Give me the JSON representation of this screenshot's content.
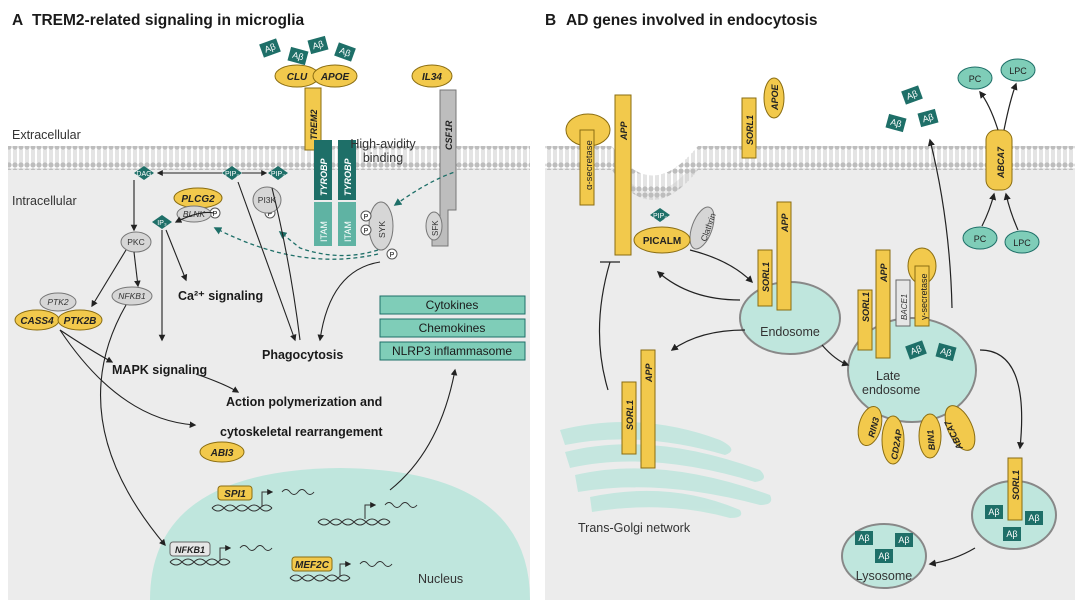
{
  "panelA": {
    "letter": "A",
    "title": "TREM2-related signaling in microglia",
    "extracellular": "Extracellular",
    "intracellular": "Intracellular",
    "abeta": "Aβ",
    "clu": "CLU",
    "apoe": "APOE",
    "il34": "IL34",
    "trem2": "TREM2",
    "tyrobp": "TYROBP",
    "itam": "ITAM",
    "csf1r": "CSF1R",
    "sfk": "SFK",
    "syk": "SYK",
    "p": "P",
    "high_avidity_1": "High-avidity",
    "high_avidity_2": "binding",
    "dag": "DAG",
    "pip2": "PIP₂",
    "pip3": "PIP₃",
    "ip3": "IP₃",
    "plcg2": "PLCG2",
    "blnk": "BLNK",
    "pi3k": "PI3K",
    "pkc": "PKC",
    "nfkb1": "NFKB1",
    "ptk2": "PTK2",
    "cass4": "CASS4",
    "ptk2b": "PTK2B",
    "ca": "Ca²⁺ signaling",
    "mapk": "MAPK signaling",
    "phagocytosis": "Phagocytosis",
    "action_1": "Action polymerization and",
    "action_2": "cytoskeletal rearrangement",
    "abi3": "ABI3",
    "cytokines": "Cytokines",
    "chemokines": "Chemokines",
    "nlrp3": "NLRP3 inflammasome",
    "spi1": "SPI1",
    "mef2c": "MEF2C",
    "nucleus": "Nucleus"
  },
  "panelB": {
    "letter": "B",
    "title": "AD genes involved in endocytosis",
    "alpha_secretase": "α-secretase",
    "app": "APP",
    "sorl1": "SORL1",
    "apoe": "APOE",
    "pip2": "PIP₂",
    "clathrin": "Clathrin",
    "picalm": "PICALM",
    "endosome": "Endosome",
    "late_1": "Late",
    "late_2": "endosome",
    "bace1": "BACE1",
    "gamma_secretase": "γ-secretase",
    "abeta": "Aβ",
    "abca7": "ABCA7",
    "pc": "PC",
    "lpc": "LPC",
    "rin3": "RIN3",
    "cd2ap": "CD2AP",
    "bin1": "BIN1",
    "trans_golgi": "Trans-Golgi network",
    "lysosome": "Lysosome"
  },
  "colors": {
    "yellow": "#f2c94c",
    "yellow_stroke": "#8a6d12",
    "teal_dark": "#1e6f68",
    "teal_light": "#bfe6dd",
    "teal_mid": "#7fcdb8",
    "membrane": "#cfcfcf",
    "cytoplasm": "#ececec",
    "gray_protein": "#d6d6d6"
  }
}
